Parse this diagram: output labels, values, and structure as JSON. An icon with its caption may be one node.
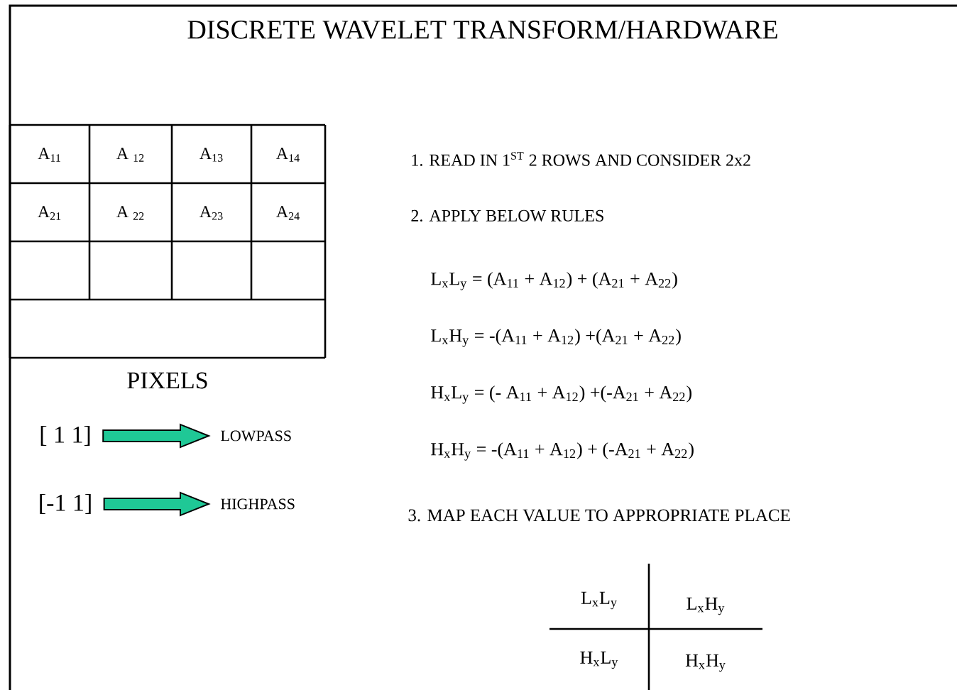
{
  "diagram": {
    "title": "DISCRETE WAVELET TRANSFORM/HARDWARE",
    "nodes": [
      {
        "text": [
          "[ 1  1]"
        ]
      },
      {
        "text": [
          "LOWPASS"
        ]
      },
      {
        "text": [
          "[-1  1]"
        ]
      },
      {
        "text": [
          "HIGHPASS"
        ]
      }
    ],
    "edges": [
      {
        "from": 0,
        "to": 1,
        "arrow": "to"
      },
      {
        "from": 2,
        "to": 3,
        "arrow": "to"
      }
    ],
    "labels": [
      "A$_{11}$",
      "A $_{12}$",
      "A$_{13}$",
      "A$_{14}$",
      "1. READ IN 1$^{ST}$ 2 ROWS AND CONSIDER 2x2",
      "A$_{21}$",
      "A $_{22}$",
      "A$_{23}$",
      "A$_{24}$",
      "2. APPLY BELOW RULES",
      "L$_{x}$L$_{y}$ = (A$_{11}$ + A$_{12}$) + (A$_{21}$ + A$_{22}$)",
      "L$_{x}$H$_{y}$ = -(A$_{11}$ + A$_{12}$) +(A$_{21}$ + A$_{22}$)",
      "H$_{x}$L$_{y}$ = (- A$_{11}$ + A$_{12}$) +(-A$_{21}$ + A$_{22}$)",
      "H$_{x}$H$_{y}$ = -(A$_{11}$ + A$_{12}$) + (-A$_{21}$ + A$_{22}$)",
      "PIXELS",
      "3. MAP EACH VALUE TO APPROPRIATE PLACE",
      "L$_{x}$L$_{y}$",
      "L$_{x}$H$_{y}$",
      "H$_{x}$L$_{y}$",
      "H$_{x}$H$_{y}$"
    ]
  }
}
